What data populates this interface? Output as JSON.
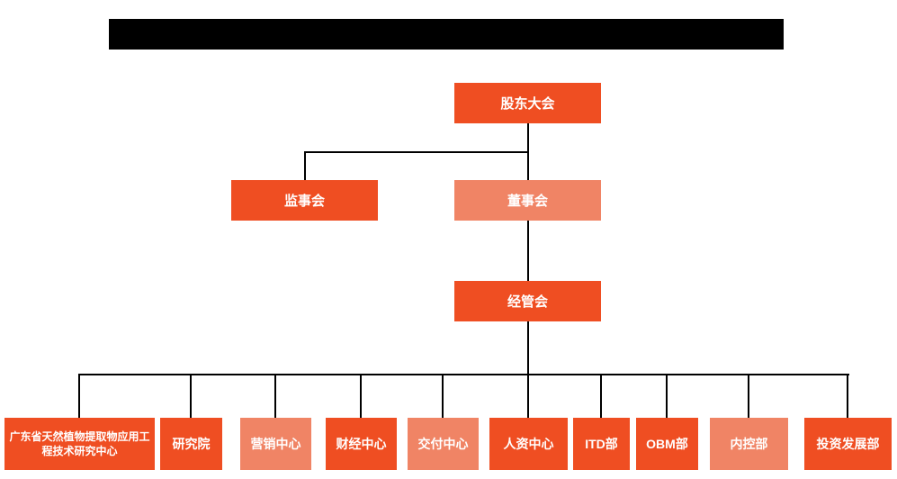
{
  "diagram": {
    "type": "org-chart",
    "title_redacted": true,
    "colors": {
      "dark_orange": "#EF4E22",
      "light_orange": "#F08465",
      "connector": "#000000",
      "text": "#FFFFFF",
      "redaction_bar": "#000000"
    },
    "nodes": {
      "shareholders": {
        "label": "股东大会",
        "color": "dark_orange"
      },
      "supervisors": {
        "label": "监事会",
        "color": "dark_orange"
      },
      "directors": {
        "label": "董事会",
        "color": "light_orange"
      },
      "management": {
        "label": "经管会",
        "color": "dark_orange"
      }
    },
    "departments": [
      {
        "label": "广东省天然植物提取物应用工程技术研究中心",
        "color": "dark_orange"
      },
      {
        "label": "研究院",
        "color": "dark_orange"
      },
      {
        "label": "营销中心",
        "color": "light_orange"
      },
      {
        "label": "财经中心",
        "color": "dark_orange"
      },
      {
        "label": "交付中心",
        "color": "light_orange"
      },
      {
        "label": "人资中心",
        "color": "dark_orange"
      },
      {
        "label": "ITD部",
        "color": "dark_orange"
      },
      {
        "label": "OBM部",
        "color": "dark_orange"
      },
      {
        "label": "内控部",
        "color": "light_orange"
      },
      {
        "label": "投资发展部",
        "color": "dark_orange"
      }
    ],
    "edges": [
      [
        "股东大会",
        "监事会"
      ],
      [
        "股东大会",
        "董事会"
      ],
      [
        "董事会",
        "经管会"
      ],
      [
        "经管会",
        "广东省天然植物提取物应用工程技术研究中心"
      ],
      [
        "经管会",
        "研究院"
      ],
      [
        "经管会",
        "营销中心"
      ],
      [
        "经管会",
        "财经中心"
      ],
      [
        "经管会",
        "交付中心"
      ],
      [
        "经管会",
        "人资中心"
      ],
      [
        "经管会",
        "ITD部"
      ],
      [
        "经管会",
        "OBM部"
      ],
      [
        "经管会",
        "内控部"
      ],
      [
        "经管会",
        "投资发展部"
      ]
    ]
  }
}
